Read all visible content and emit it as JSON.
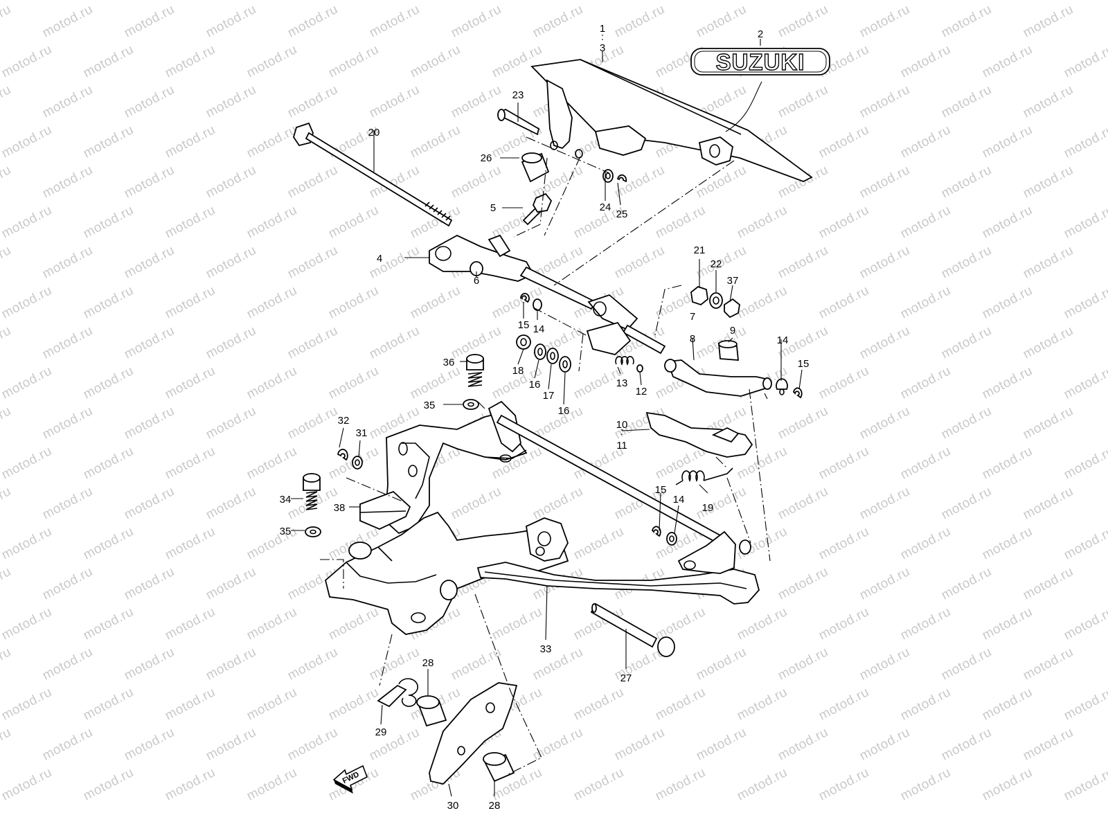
{
  "watermark": "motod.ru",
  "logo": {
    "text": "SUZUKI"
  },
  "fwd_label": "FWD",
  "callouts": {
    "c1_3": {
      "a": "1",
      "dot": ":",
      "b": "3"
    },
    "c2": "2",
    "c4": "4",
    "c5": "5",
    "c6": "6",
    "c7": "7",
    "c8": "8",
    "c9": "9",
    "c10_11": {
      "a": "10",
      "dot": ":",
      "b": "11"
    },
    "c12": "12",
    "c13": "13",
    "c14a": "14",
    "c14b": "14",
    "c14c": "14",
    "c15a": "15",
    "c15b": "15",
    "c15c": "15",
    "c16a": "16",
    "c16b": "16",
    "c17": "17",
    "c18": "18",
    "c19": "19",
    "c20": "20",
    "c21": "21",
    "c22": "22",
    "c23": "23",
    "c24": "24",
    "c25": "25",
    "c26": "26",
    "c27": "27",
    "c28a": "28",
    "c28b": "28",
    "c29": "29",
    "c30": "30",
    "c31": "31",
    "c32": "32",
    "c33": "33",
    "c34": "34",
    "c35a": "35",
    "c35b": "35",
    "c36": "36",
    "c37": "37",
    "c38": "38"
  }
}
